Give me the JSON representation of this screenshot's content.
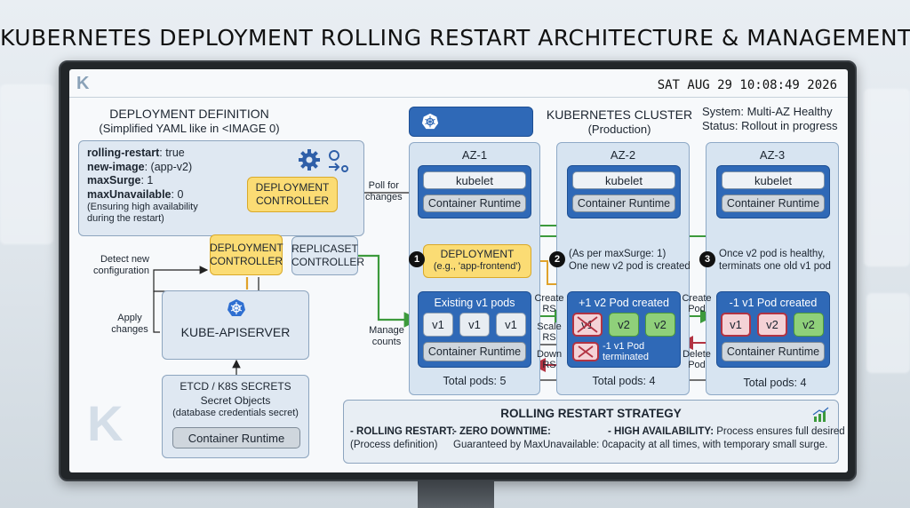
{
  "title": "KUBERNETES DEPLOYMENT ROLLING RESTART ARCHITECTURE & MANAGEMENT",
  "screen": {
    "logo": "K",
    "datetime": "SAT AUG 29 10:08:49 2026",
    "definition": {
      "heading": "DEPLOYMENT DEFINITION",
      "subheading": "(Simplified YAML like in <IMAGE 0)",
      "yaml": [
        {
          "key": "rolling-restart",
          "value": ": true"
        },
        {
          "key": "new-image",
          "value": ": (app-v2)"
        },
        {
          "key": "maxSurge",
          "value": ": 1"
        },
        {
          "key": "maxUnavailable",
          "value": ": 0"
        }
      ],
      "note_line1": "(Ensuring high availability",
      "note_line2": "during the restart)"
    },
    "deployment_controller_upper_l1": "DEPLOYMENT",
    "deployment_controller_upper_l2": "CONTROLLER",
    "deployment_controller_lower_l1": "DEPLOYMENT",
    "deployment_controller_lower_l2": "CONTROLLER",
    "replicaset_controller_l1": "REPLICASET",
    "replicaset_controller_l2": "CONTROLLER",
    "poll_label_l1": "Poll for",
    "poll_label_l2": "changes",
    "detect_label_l1": "Detect new",
    "detect_label_l2": "configuration",
    "apply_label_l1": "Apply",
    "apply_label_l2": "changes",
    "manage_label_l1": "Manage",
    "manage_label_l2": "counts",
    "kube_apiserver": "KUBE-APISERVER",
    "etcd": {
      "title": "ETCD / K8S SECRETS",
      "line2": "Secret Objects",
      "line3": "(database credentials secret)",
      "runtime": "Container Runtime"
    },
    "cluster": {
      "title": "KUBERNETES CLUSTER",
      "subtitle": "(Production)",
      "system_status": "System: Multi-AZ Healthy",
      "rollout_status": "Status: Rollout in progress"
    },
    "az1": {
      "name": "AZ-1",
      "kubelet": "kubelet",
      "runtime": "Container Runtime",
      "deployment_l1": "DEPLOYMENT",
      "deployment_l2": "(e.g., 'app-frontend')",
      "step_badge": "1",
      "pods_title": "Existing v1 pods",
      "pods": [
        "v1",
        "v1",
        "v1"
      ],
      "pods_runtime": "Container Runtime",
      "total": "Total pods: 5"
    },
    "az2": {
      "name": "AZ-2",
      "kubelet": "kubelet",
      "runtime": "Container Runtime",
      "step_badge": "2",
      "step_text_l1": "(As per maxSurge: 1)",
      "step_text_l2": "One new v2 pod is created",
      "pods_title": "+1 v2 Pod created",
      "pods": [
        "v1",
        "v2",
        "v2"
      ],
      "terminated_l1": "-1 v1 Pod",
      "terminated_l2": "terminated",
      "total": "Total pods: 4"
    },
    "az3": {
      "name": "AZ-3",
      "kubelet": "kubelet",
      "runtime": "Container Runtime",
      "step_badge": "3",
      "step_text_l1": "Once v2 pod is healthy,",
      "step_text_l2": "terminats one old v1 pod",
      "pods_title": "-1 v1 Pod created",
      "pods": [
        "v1",
        "v2",
        "v2"
      ],
      "pods_runtime": "Container Runtime",
      "total": "Total pods: 4"
    },
    "arrow_labels": {
      "create_rs_l1": "Create",
      "create_rs_l2": "RS",
      "scale_rs_l1": "Scale",
      "scale_rs_l2": "RS",
      "down_rs_l1": "Down",
      "down_rs_l2": "RS",
      "create_pod_l1": "Create",
      "create_pod_l2": "Pod",
      "delete_pod_l1": "Delete",
      "delete_pod_l2": "Pod"
    },
    "strategy": {
      "title": "ROLLING RESTART STRATEGY",
      "col1_head": "- ROLLING RESTART:",
      "col1_body": "(Process definition)",
      "col2_head": "- ZERO DOWNTIME:",
      "col2_body": "Guaranteed by MaxUnavailable: 0",
      "col3_head": "- HIGH AVAILABILITY:",
      "col3_inline": "Process ensures full desired",
      "col3_body": "capacity at all times, with temporary small surge."
    }
  },
  "colors": {
    "controller_yellow": "#fbdc74",
    "pod_blue": "#2f69b7",
    "v2_green": "#8fd07a",
    "terminated_red": "#b23342",
    "flow_green": "#3c9a3c"
  }
}
